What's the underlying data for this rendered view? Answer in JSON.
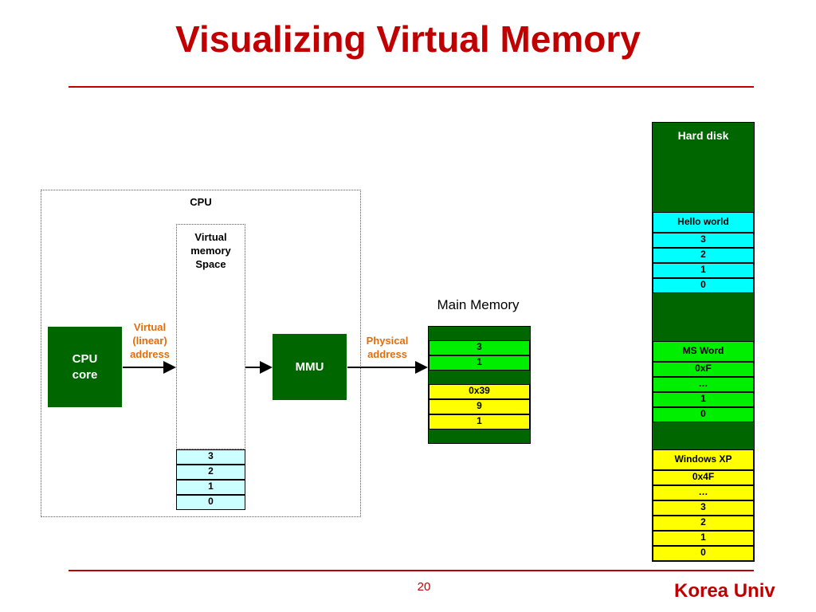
{
  "title": "Visualizing Virtual Memory",
  "cpu": {
    "label": "CPU",
    "core_line1": "CPU",
    "core_line2": "core",
    "virtual_space_line1": "Virtual",
    "virtual_space_line2": "memory",
    "virtual_space_line3": "Space",
    "virtual_addr_line1": "Virtual",
    "virtual_addr_line2": "(linear)",
    "virtual_addr_line3": "address",
    "mmu": "MMU",
    "virtual_cells": [
      "3",
      "2",
      "1",
      "0"
    ]
  },
  "physical_address_line1": "Physical",
  "physical_address_line2": "address",
  "main_memory": {
    "label": "Main Memory",
    "cells": [
      "",
      "3",
      "1",
      "",
      "0x39",
      "9",
      "1",
      ""
    ]
  },
  "hard_disk": {
    "label": "Hello world",
    "header": "Hard disk",
    "hello_world": {
      "title": "Hello world",
      "cells": [
        "3",
        "2",
        "1",
        "0"
      ]
    },
    "ms_word": {
      "title": "MS Word",
      "cells": [
        "0xF",
        "…",
        "1",
        "0"
      ]
    },
    "windows_xp": {
      "title": "Windows XP",
      "cells": [
        "0x4F",
        "…",
        "3",
        "2",
        "1",
        "0"
      ]
    }
  },
  "footer": {
    "page_number": "20",
    "org": "Korea Univ"
  },
  "colors": {
    "accent": "#c00000",
    "dark_green": "#006600",
    "cyan": "#00ffff",
    "light_cyan": "#ccffff",
    "green": "#00ee00",
    "yellow": "#ffff00",
    "orange": "#e46c0a"
  }
}
